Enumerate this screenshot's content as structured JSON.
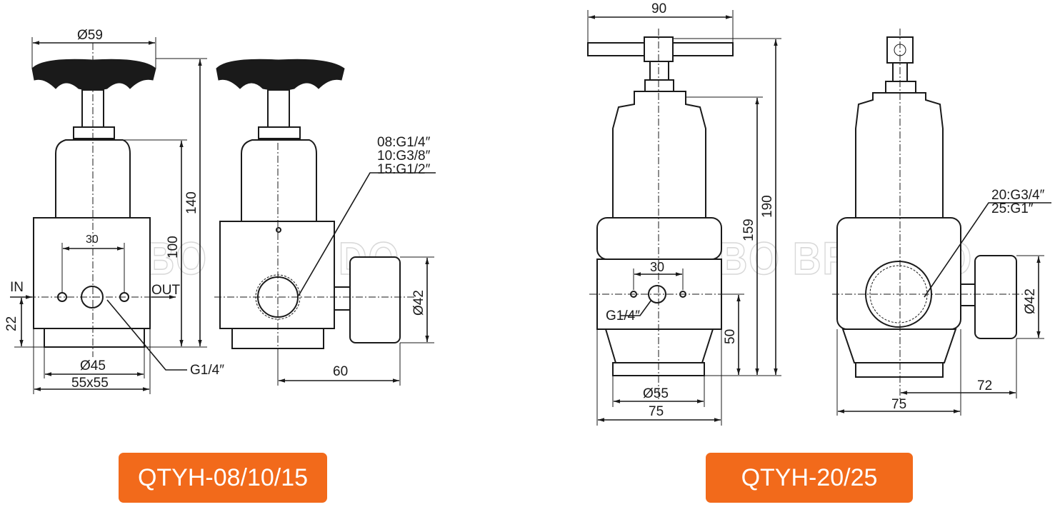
{
  "watermark": "NINGBO BRANDO",
  "colors": {
    "badge": "#f26a1b",
    "line": "#1a1a1a",
    "watermark": "#d8d8d8"
  },
  "left_model": {
    "title": "QTYH-08/10/15",
    "dims": {
      "knob_dia": "Ø59",
      "height_total": "140",
      "height_body": "100",
      "port_spacing": "30",
      "port_height": "22",
      "base_dia": "Ø45",
      "base_square": "55x55",
      "gauge_offset": "60",
      "gauge_dia": "Ø42"
    },
    "labels": {
      "in": "IN",
      "out": "OUT",
      "gauge_port": "G1/4″"
    },
    "port_callouts": [
      "08:G1/4″",
      "10:G3/8″",
      "15:G1/2″"
    ]
  },
  "right_model": {
    "title": "QTYH-20/25",
    "dims": {
      "handle_width": "90",
      "height_total": "190",
      "height_body": "159",
      "port_spacing": "30",
      "port_height": "50",
      "base_dia": "Ø55",
      "width_front": "75",
      "width_side": "75",
      "gauge_offset": "72",
      "gauge_dia": "Ø42"
    },
    "labels": {
      "gauge_port": "G1/4″"
    },
    "port_callouts": [
      "20:G3/4″",
      "25:G1″"
    ]
  }
}
